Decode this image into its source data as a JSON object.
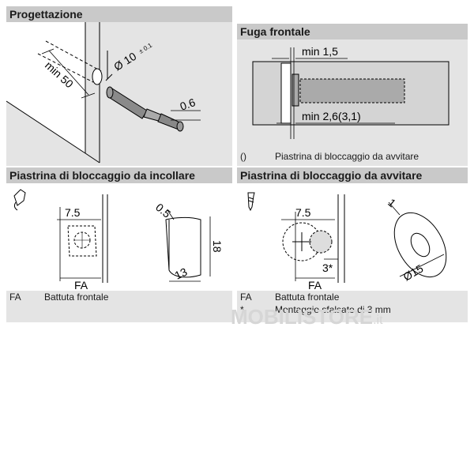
{
  "sections": {
    "progettazione": {
      "title": "Progettazione",
      "labels": {
        "depth": "min 50",
        "diameter": "Ø 10",
        "tolerance": "± 0.1",
        "height": "0.6"
      }
    },
    "fuga_frontale": {
      "title": "Fuga frontale",
      "labels": {
        "min_gap": "min 1,5",
        "min_gap2": "min 2,6(3,1)"
      },
      "legend": {
        "key": "()",
        "text": "Piastrina di bloccaggio da avvitare"
      }
    },
    "incollare": {
      "title": "Piastrina di bloccaggio da incollare",
      "labels": {
        "offset": "7.5",
        "fa": "FA",
        "thickness": "0.5",
        "height": "18",
        "width": "13"
      },
      "legend": {
        "key": "FA",
        "text": "Battuta frontale"
      }
    },
    "avvitare": {
      "title": "Piastrina di bloccaggio da avvitare",
      "labels": {
        "offset": "7.5",
        "fa": "FA",
        "stagger": "3*",
        "thickness": "1",
        "diameter": "Ø15"
      },
      "legend": [
        {
          "key": "FA",
          "text": "Battuta frontale"
        },
        {
          "key": "*",
          "text": "Montaggio sfalsato di 3 mm"
        }
      ]
    }
  },
  "watermark": {
    "brand": "MOBILISTORE",
    "suffix": ".it"
  }
}
